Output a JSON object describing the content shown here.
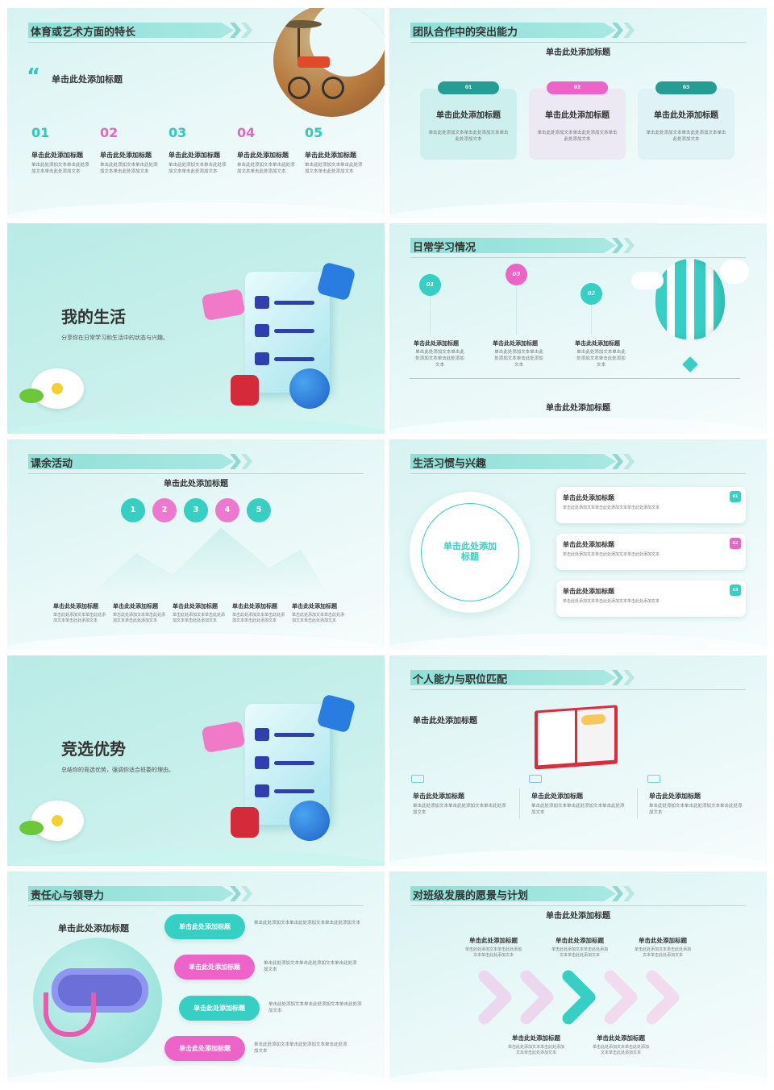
{
  "colors": {
    "teal": "#2ecac0",
    "dark_teal": "#259d94",
    "pink": "#ee63c8",
    "banner": "#8fe0d8"
  },
  "slides": [
    {
      "title": "体育或艺术方面的特长",
      "heading": "单击此处添加标题",
      "items": [
        {
          "num": "01",
          "title": "单击此处添加标题",
          "body": "单击此处添加文本单击此处添加文本单击此处添加文本"
        },
        {
          "num": "02",
          "title": "单击此处添加标题",
          "body": "单击此处添加文本单击此处添加文本单击此处添加文本"
        },
        {
          "num": "03",
          "title": "单击此处添加标题",
          "body": "单击此处添加文本单击此处添加文本单击此处添加文本"
        },
        {
          "num": "04",
          "title": "单击此处添加标题",
          "body": "单击此处添加文本单击此处添加文本单击此处添加文本"
        },
        {
          "num": "05",
          "title": "单击此处添加标题",
          "body": "单击此处添加文本单击此处添加文本单击此处添加文本"
        }
      ]
    },
    {
      "title": "团队合作中的突出能力",
      "subtitle": "单击此处添加标题",
      "cards": [
        {
          "num": "01",
          "title": "单击此处添加标题",
          "body": "单击此处添加文本单击此处添加文本单击此处添加文本"
        },
        {
          "num": "02",
          "title": "单击此处添加标题",
          "body": "单击此处添加文本单击此处添加文本单击此处添加文本"
        },
        {
          "num": "03",
          "title": "单击此处添加标题",
          "body": "单击此处添加文本单击此处添加文本单击此处添加文本"
        }
      ]
    },
    {
      "title": "我的生活",
      "subtitle": "分享你在日常学习和生活中的状态与兴趣。"
    },
    {
      "title": "日常学习情况",
      "bottom": "单击此处添加标题",
      "items": [
        {
          "num": "01",
          "title": "单击此处添加标题",
          "body": "单击此处添加文本单击此处添加文本单击此处添加文本"
        },
        {
          "num": "03",
          "title": "单击此处添加标题",
          "body": "单击此处添加文本单击此处添加文本单击此处添加文本"
        },
        {
          "num": "02",
          "title": "单击此处添加标题",
          "body": "单击此处添加文本单击此处添加文本单击此处添加文本"
        }
      ]
    },
    {
      "title": "课余活动",
      "subtitle": "单击此处添加标题",
      "steps": [
        "1",
        "2",
        "3",
        "4",
        "5"
      ],
      "items": [
        {
          "title": "单击此处添加标题",
          "body": "单击此处添加文本单击此处添加文本单击此处添加文本"
        },
        {
          "title": "单击此处添加标题",
          "body": "单击此处添加文本单击此处添加文本单击此处添加文本"
        },
        {
          "title": "单击此处添加标题",
          "body": "单击此处添加文本单击此处添加文本单击此处添加文本"
        },
        {
          "title": "单击此处添加标题",
          "body": "单击此处添加文本单击此处添加文本单击此处添加文本"
        },
        {
          "title": "单击此处添加标题",
          "body": "单击此处添加文本单击此处添加文本单击此处添加文本"
        }
      ]
    },
    {
      "title": "生活习惯与兴趣",
      "circle_text": "单击此处添加标题",
      "cards": [
        {
          "num": "01",
          "title": "单击此处添加标题",
          "body": "单击此处添加文本单击此处添加文本单击此处添加文本"
        },
        {
          "num": "02",
          "title": "单击此处添加标题",
          "body": "单击此处添加文本单击此处添加文本单击此处添加文本"
        },
        {
          "num": "03",
          "title": "单击此处添加标题",
          "body": "单击此处添加文本单击此处添加文本单击此处添加文本"
        }
      ]
    },
    {
      "title": "竞选优势",
      "subtitle": "总结你的竞选优势，强调你适合班委的理由。"
    },
    {
      "title": "个人能力与职位匹配",
      "heading": "单击此处添加标题",
      "items": [
        {
          "title": "单击此处添加标题",
          "body": "单击此处添加文本单击此处添加文本单击此处添加文本"
        },
        {
          "title": "单击此处添加标题",
          "body": "单击此处添加文本单击此处添加文本单击此处添加文本"
        },
        {
          "title": "单击此处添加标题",
          "body": "单击此处添加文本单击此处添加文本单击此处添加文本"
        }
      ]
    },
    {
      "title": "责任心与领导力",
      "heading": "单击此处添加标题",
      "items": [
        {
          "label": "单击此处添加标题",
          "body": "单击此处添加文本单击此处添加文本单击此处添加文本"
        },
        {
          "label": "单击此处添加标题",
          "body": "单击此处添加文本单击此处添加文本单击此处添加文本"
        },
        {
          "label": "单击此处添加标题",
          "body": "单击此处添加文本单击此处添加文本单击此处添加文本"
        },
        {
          "label": "单击此处添加标题",
          "body": "单击此处添加文本单击此处添加文本单击此处添加文本"
        }
      ]
    },
    {
      "title": "对班级发展的愿景与计划",
      "subtitle": "单击此处添加标题",
      "items": [
        {
          "title": "单击此处添加标题",
          "body": "单击此处添加文本单击此处添加文本单击此处添加文本"
        },
        {
          "title": "单击此处添加标题",
          "body": "单击此处添加文本单击此处添加文本单击此处添加文本"
        },
        {
          "title": "单击此处添加标题",
          "body": "单击此处添加文本单击此处添加文本单击此处添加文本"
        },
        {
          "title": "单击此处添加标题",
          "body": "单击此处添加文本单击此处添加文本单击此处添加文本"
        },
        {
          "title": "单击此处添加标题",
          "body": "单击此处添加文本单击此处添加文本单击此处添加文本"
        }
      ]
    }
  ]
}
